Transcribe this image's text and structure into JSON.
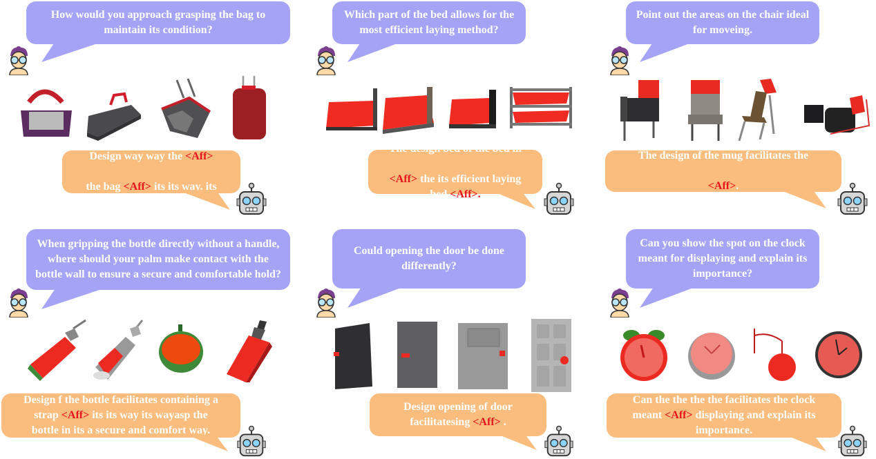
{
  "panels": [
    {
      "id": "bag",
      "question": "How would you approach grasping the bag to maintain its condition?",
      "answer_parts": [
        "Design way way the ",
        "<Aff>",
        "\nthe bag ",
        "<Aff>",
        " its its way. its"
      ]
    },
    {
      "id": "bed",
      "question": "Which part of the bed allows for the most efficient laying method?",
      "answer_parts": [
        "The design bed of the bed in\n",
        "<Aff>",
        "  the its efficient laying\nbed ",
        "<Aff>."
      ]
    },
    {
      "id": "chair",
      "question": "Point out the areas on the chair ideal for moveing.",
      "answer_parts": [
        "The design of the mug facilitates the\n",
        "<Aff>",
        "."
      ]
    },
    {
      "id": "bottle",
      "question": "When gripping the bottle directly without a handle, where should your palm make contact with the bottle wall to ensure a secure and comfortable hold?",
      "answer_parts": [
        "Design f the bottle facilitates containing a\nstrap ",
        "<Aff>",
        "  its its way its wayasp the\nbottle in its a secure and comfort way."
      ]
    },
    {
      "id": "door",
      "question": "Could opening the door be done differently?",
      "answer_parts": [
        "Design opening of door\nfacilitatesing ",
        "<Aff>",
        " ."
      ]
    },
    {
      "id": "clock",
      "question": "Can you show the spot on the clock meant for displaying and explain its importance?",
      "answer_parts": [
        "Can the the the the facilitates the clock\nmeant ",
        "<Aff>",
        "  displaying and explain its\nimportance."
      ]
    }
  ],
  "colors": {
    "question_bubble": "#a4a3f6",
    "answer_bubble": "#fbbd7e",
    "affordance_highlight": "#e8141c"
  },
  "icons": {
    "user": "user-avatar-icon",
    "agent": "robot-icon"
  }
}
